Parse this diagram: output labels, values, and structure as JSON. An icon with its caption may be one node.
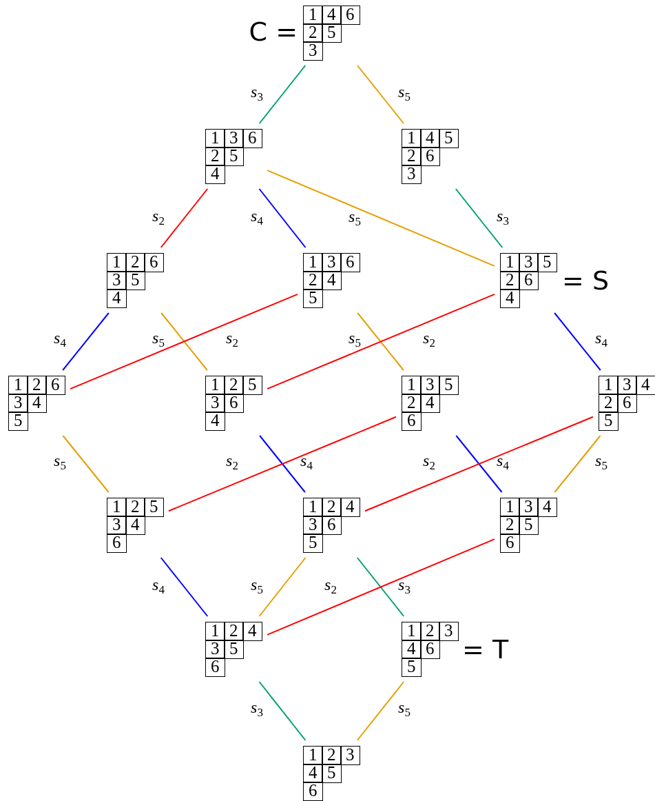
{
  "diagram": {
    "nodes": [
      {
        "text": [
          "1",
          "4",
          "6",
          "2",
          "5",
          "3"
        ],
        "beside": [
          "C ="
        ]
      },
      {
        "text": [
          "1",
          "3",
          "6",
          "2",
          "5",
          "4"
        ]
      },
      {
        "text": [
          "1",
          "4",
          "5",
          "2",
          "6",
          "3"
        ]
      },
      {
        "text": [
          "1",
          "2",
          "6",
          "3",
          "5",
          "4"
        ]
      },
      {
        "text": [
          "1",
          "3",
          "6",
          "2",
          "4",
          "5"
        ]
      },
      {
        "text": [
          "1",
          "3",
          "5",
          "2",
          "6",
          "4"
        ],
        "beside": [
          "= S"
        ]
      },
      {
        "text": [
          "1",
          "2",
          "6",
          "3",
          "4",
          "5"
        ]
      },
      {
        "text": [
          "1",
          "2",
          "5",
          "3",
          "6",
          "4"
        ]
      },
      {
        "text": [
          "1",
          "3",
          "5",
          "2",
          "4",
          "6"
        ]
      },
      {
        "text": [
          "1",
          "3",
          "4",
          "2",
          "6",
          "5"
        ]
      },
      {
        "text": [
          "1",
          "2",
          "5",
          "3",
          "4",
          "6"
        ]
      },
      {
        "text": [
          "1",
          "2",
          "4",
          "3",
          "6",
          "5"
        ]
      },
      {
        "text": [
          "1",
          "3",
          "4",
          "2",
          "5",
          "6"
        ]
      },
      {
        "text": [
          "1",
          "2",
          "4",
          "3",
          "5",
          "6"
        ]
      },
      {
        "text": [
          "1",
          "2",
          "3",
          "4",
          "6",
          "5"
        ],
        "beside": [
          "= T"
        ]
      },
      {
        "text": [
          "1",
          "2",
          "3",
          "4",
          "5",
          "6"
        ]
      }
    ],
    "edges": [
      {
        "from": 0,
        "to": 1,
        "arrow": "none",
        "label": "*s*$_{3}$",
        "color": "#009e73"
      },
      {
        "from": 0,
        "to": 2,
        "arrow": "none",
        "label": "*s*$_{5}$",
        "color": "#e69f00"
      },
      {
        "from": 1,
        "to": 3,
        "arrow": "none",
        "label": "*s*$_{2}$",
        "color": "#ff0000"
      },
      {
        "from": 1,
        "to": 4,
        "arrow": "none",
        "label": "*s*$_{4}$",
        "color": "#0000ff"
      },
      {
        "from": 1,
        "to": 5,
        "arrow": "none",
        "label": "*s*$_{5}$",
        "color": "#e69f00"
      },
      {
        "from": 2,
        "to": 5,
        "arrow": "none",
        "label": "*s*$_{3}$",
        "color": "#009e73"
      },
      {
        "from": 3,
        "to": 6,
        "arrow": "none",
        "label": "*s*$_{4}$",
        "color": "#0000ff"
      },
      {
        "from": 3,
        "to": 7,
        "arrow": "none",
        "label": "*s*$_{5}$",
        "color": "#e69f00"
      },
      {
        "from": 4,
        "to": 6,
        "arrow": "none",
        "label": "*s*$_{2}$",
        "color": "#ff0000"
      },
      {
        "from": 4,
        "to": 8,
        "arrow": "none",
        "label": "*s*$_{5}$",
        "color": "#e69f00"
      },
      {
        "from": 5,
        "to": 7,
        "arrow": "none",
        "label": "*s*$_{2}$",
        "color": "#ff0000"
      },
      {
        "from": 5,
        "to": 9,
        "arrow": "none",
        "label": "*s*$_{4}$",
        "color": "#0000ff"
      },
      {
        "from": 6,
        "to": 10,
        "arrow": "none",
        "label": "*s*$_{5}$",
        "color": "#e69f00"
      },
      {
        "from": 7,
        "to": 11,
        "arrow": "none",
        "label": "*s*$_{4}$",
        "color": "#0000ff"
      },
      {
        "from": 8,
        "to": 10,
        "arrow": "none",
        "label": "*s*$_{2}$",
        "color": "#ff0000"
      },
      {
        "from": 8,
        "to": 12,
        "arrow": "none",
        "label": "*s*$_{4}$",
        "color": "#0000ff"
      },
      {
        "from": 9,
        "to": 11,
        "arrow": "none",
        "label": "*s*$_{2}$",
        "color": "#ff0000"
      },
      {
        "from": 9,
        "to": 12,
        "arrow": "none",
        "label": "*s*$_{5}$",
        "color": "#e69f00"
      },
      {
        "from": 10,
        "to": 13,
        "arrow": "none",
        "label": "*s*$_{4}$",
        "color": "#0000ff"
      },
      {
        "from": 11,
        "to": 13,
        "arrow": "none",
        "label": "*s*$_{5}$",
        "color": "#e69f00"
      },
      {
        "from": 11,
        "to": 14,
        "arrow": "none",
        "label": "*s*$_{3}$",
        "color": "#009e73"
      },
      {
        "from": 12,
        "to": 13,
        "arrow": "none",
        "label": "*s*$_{2}$",
        "color": "#ff0000"
      },
      {
        "from": 13,
        "to": 15,
        "arrow": "none",
        "label": "*s*$_{3}$",
        "color": "#009e73"
      },
      {
        "from": 14,
        "to": 15,
        "arrow": "none",
        "label": "*s*$_{5}$",
        "color": "#e69f00"
      }
    ]
  }
}
